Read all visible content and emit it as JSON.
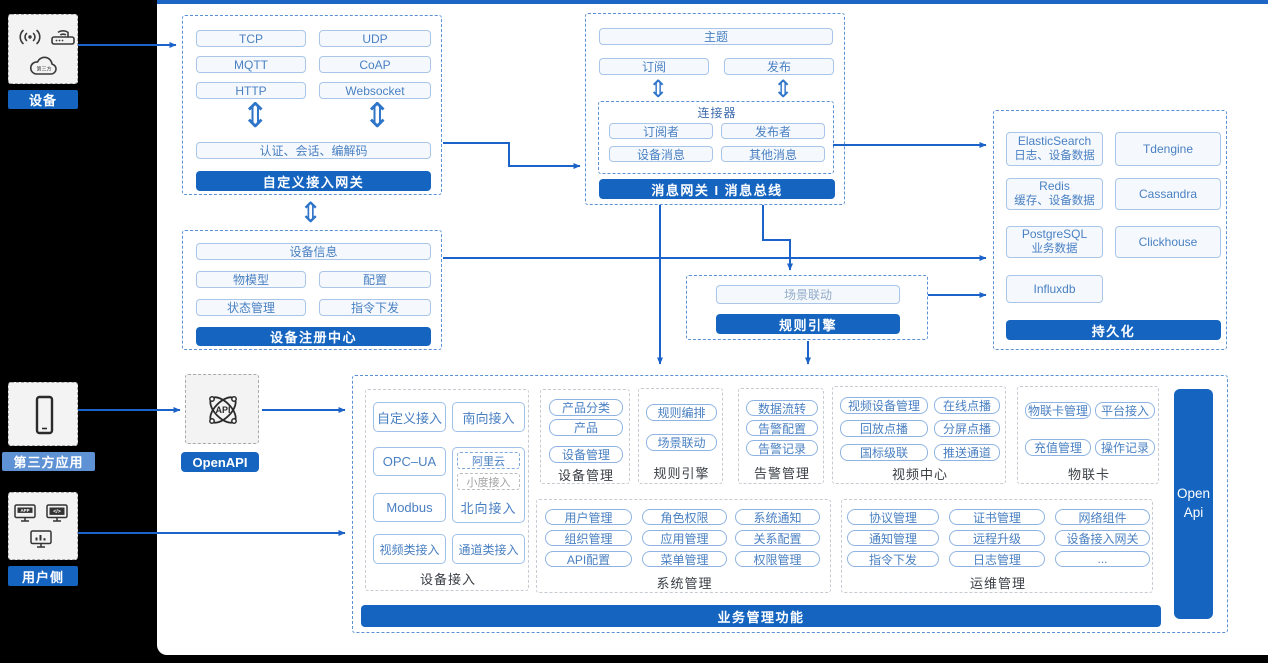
{
  "colors": {
    "primary_blue": "#1565C0",
    "arrow_blue": "#1B63C8",
    "pill_border": "#A9C6E8",
    "pill_text": "#4A80C2",
    "light_label_blue": "#5E92D4"
  },
  "left_panel": {
    "device": {
      "label": "设备"
    },
    "third_party": {
      "label": "第三方应用"
    },
    "user_side": {
      "label": "用户侧"
    },
    "cloud_text": "第三方",
    "app_icon_text": "APP",
    "code_icon_text": "</>"
  },
  "custom_gateway": {
    "title": "自定义接入网关",
    "protocols": [
      "TCP",
      "UDP",
      "MQTT",
      "CoAP",
      "HTTP",
      "Websocket"
    ],
    "session_bar": "认证、会话、编解码"
  },
  "device_registry": {
    "title": "设备注册中心",
    "info_bar": "设备信息",
    "items": [
      "物模型",
      "配置",
      "状态管理",
      "指令下发"
    ]
  },
  "message_gateway": {
    "title": "消息网关 I 消息总线",
    "topic": "主题",
    "subscribe": "订阅",
    "publish": "发布",
    "connector": {
      "title": "连接器",
      "items": [
        "订阅者",
        "发布者",
        "设备消息",
        "其他消息"
      ]
    }
  },
  "persistence": {
    "title": "持久化",
    "stores": [
      {
        "name": "ElasticSearch",
        "desc": "日志、设备数据"
      },
      {
        "name": "Tdengine",
        "desc": ""
      },
      {
        "name": "Redis",
        "desc": "缓存、设备数据"
      },
      {
        "name": "Cassandra",
        "desc": ""
      },
      {
        "name": "PostgreSQL",
        "desc": "业务数据"
      },
      {
        "name": "Clickhouse",
        "desc": ""
      },
      {
        "name": "Influxdb",
        "desc": ""
      }
    ]
  },
  "rule_engine_box": {
    "title": "规则引擎",
    "item": "场景联动"
  },
  "openapi": {
    "label": "OpenAPI",
    "icon_text": "API"
  },
  "business": {
    "title": "业务管理功能",
    "open_api_bar": "Open Api",
    "device_access": {
      "label": "设备接入",
      "col1": [
        "自定义接入",
        "OPC–UA",
        "Modbus",
        "视频类接入"
      ],
      "south": "南向接入",
      "channel": "通道类接入",
      "north_box": {
        "label": "北向接入",
        "items": [
          "阿里云",
          "小度接入"
        ]
      }
    },
    "device_mgmt": {
      "label": "设备管理",
      "items": [
        "产品分类",
        "产品",
        "设备管理"
      ]
    },
    "rule_engine": {
      "label": "规则引擎",
      "items": [
        "规则编排",
        "场景联动"
      ]
    },
    "alarm": {
      "label": "告警管理",
      "items": [
        "数据流转",
        "告警配置",
        "告警记录"
      ]
    },
    "video": {
      "label": "视频中心",
      "items": [
        "视频设备管理",
        "在线点播",
        "回放点播",
        "分屏点播",
        "国标级联",
        "推送通道"
      ]
    },
    "iot_card": {
      "label": "物联卡",
      "items": [
        "物联卡管理",
        "平台接入",
        "充值管理",
        "操作记录"
      ]
    },
    "system": {
      "label": "系统管理",
      "items": [
        "用户管理",
        "角色权限",
        "系统通知",
        "组织管理",
        "应用管理",
        "关系配置",
        "API配置",
        "菜单管理",
        "权限管理"
      ]
    },
    "ops": {
      "label": "运维管理",
      "items": [
        "协议管理",
        "证书管理",
        "网络组件",
        "通知管理",
        "远程升级",
        "设备接入网关",
        "指令下发",
        "日志管理",
        "..."
      ]
    }
  }
}
